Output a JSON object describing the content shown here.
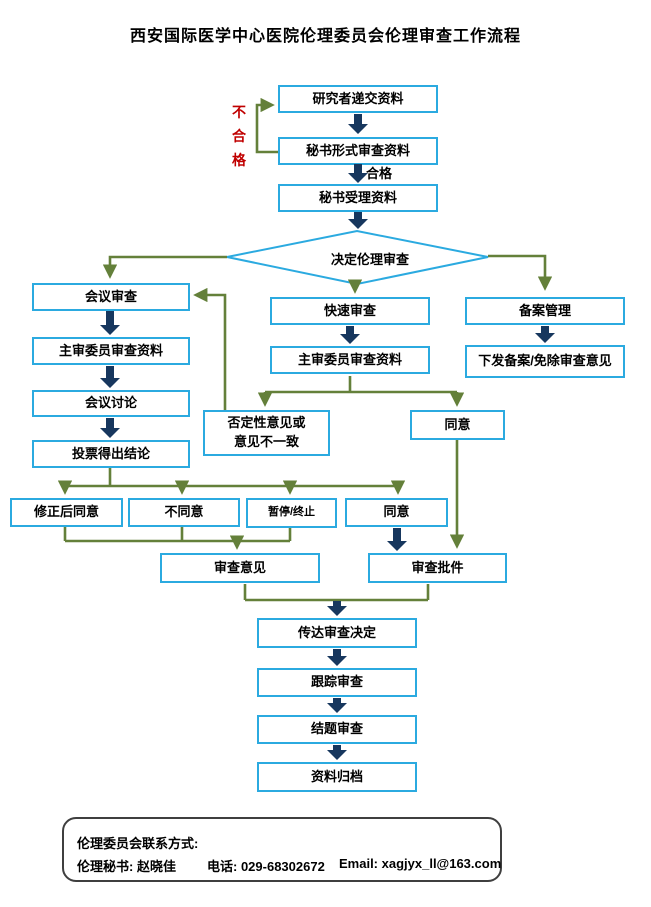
{
  "title": "西安国际医学中心医院伦理委员会伦理审查工作流程",
  "labels": {
    "reject": "不合格",
    "pass": "合格"
  },
  "nodes": {
    "submit": "研究者递交资料",
    "secretary_format_review": "秘书形式审查资料",
    "secretary_accept": "秘书受理资料",
    "decide": "决定伦理审查",
    "meeting_review": "会议审查",
    "chief_review_meeting": "主审委员审查资料",
    "meeting_discussion": "会议讨论",
    "vote_conclusion": "投票得出结论",
    "rapid_review": "快速审查",
    "chief_review_rapid": "主审委员审查资料",
    "record_management": "备案管理",
    "issue_record": "下发备案/免除审查意见",
    "negative_opinion": "否定性意见或意见不一致",
    "agree_rapid": "同意",
    "approve_after_revision": "修正后同意",
    "disagree": "不同意",
    "suspend_terminate": "暂停/终止",
    "agree_meeting": "同意",
    "review_opinion": "审查意见",
    "review_approval": "审查批件",
    "communicate_decision": "传达审查决定",
    "follow_up_review": "跟踪审查",
    "conclusion_review": "结题审查",
    "archive": "资料归档"
  },
  "contact": {
    "line1": "伦理委员会联系方式:",
    "secretary": "伦理秘书: 赵晓佳",
    "phone": "电话: 029-68302672",
    "email": "Email: xagjyx_ll@163.com"
  },
  "colors": {
    "box_border": "#2BAAE0",
    "block_arrow": "#17375E",
    "flow_line": "#64803A",
    "reject_text": "#C00000"
  }
}
